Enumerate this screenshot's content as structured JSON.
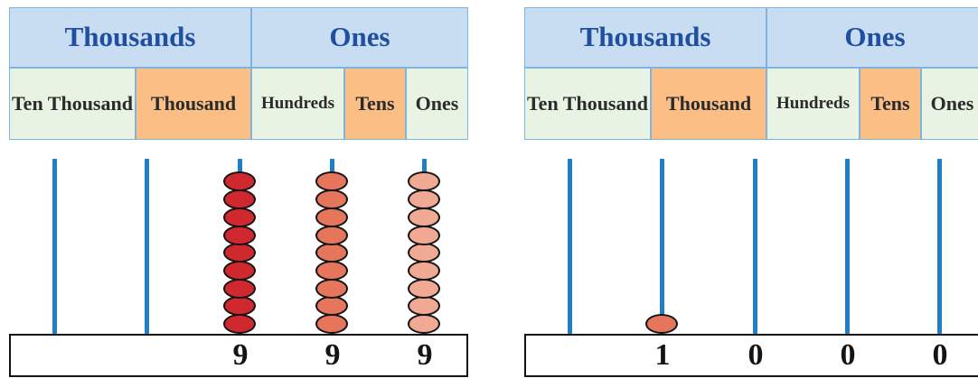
{
  "left": {
    "groups": {
      "thousands": "Thousands",
      "ones": "Ones"
    },
    "places": {
      "ten_thousand": "Ten Thousand",
      "thousand": "Thousand",
      "hundreds": "Hundreds",
      "tens": "Tens",
      "ones": "Ones"
    },
    "beads": {
      "ten_thousand": 0,
      "thousand": 0,
      "hundreds": 9,
      "tens": 9,
      "ones": 9
    },
    "digits": {
      "hundreds": "9",
      "tens": "9",
      "ones": "9"
    }
  },
  "right": {
    "groups": {
      "thousands": "Thousands",
      "ones": "Ones"
    },
    "places": {
      "ten_thousand": "Ten Thousand",
      "thousand": "Thousand",
      "hundreds": "Hundreds",
      "tens": "Tens",
      "ones": "Ones"
    },
    "beads": {
      "ten_thousand": 0,
      "thousand": 1,
      "hundreds": 0,
      "tens": 0,
      "ones": 0
    },
    "digits": {
      "thousand": "1",
      "hundreds": "0",
      "tens": "0",
      "ones": "0"
    }
  },
  "colors": {
    "header_blue": "#c9ddf2",
    "header_text": "#1f4fa0",
    "place_green": "#e8f3e3",
    "place_orange": "#fbbf86",
    "rod": "#1f7fc4",
    "bead_hundreds": "#d0282f",
    "bead_tens": "#e5765c",
    "bead_ones": "#f0a992"
  }
}
